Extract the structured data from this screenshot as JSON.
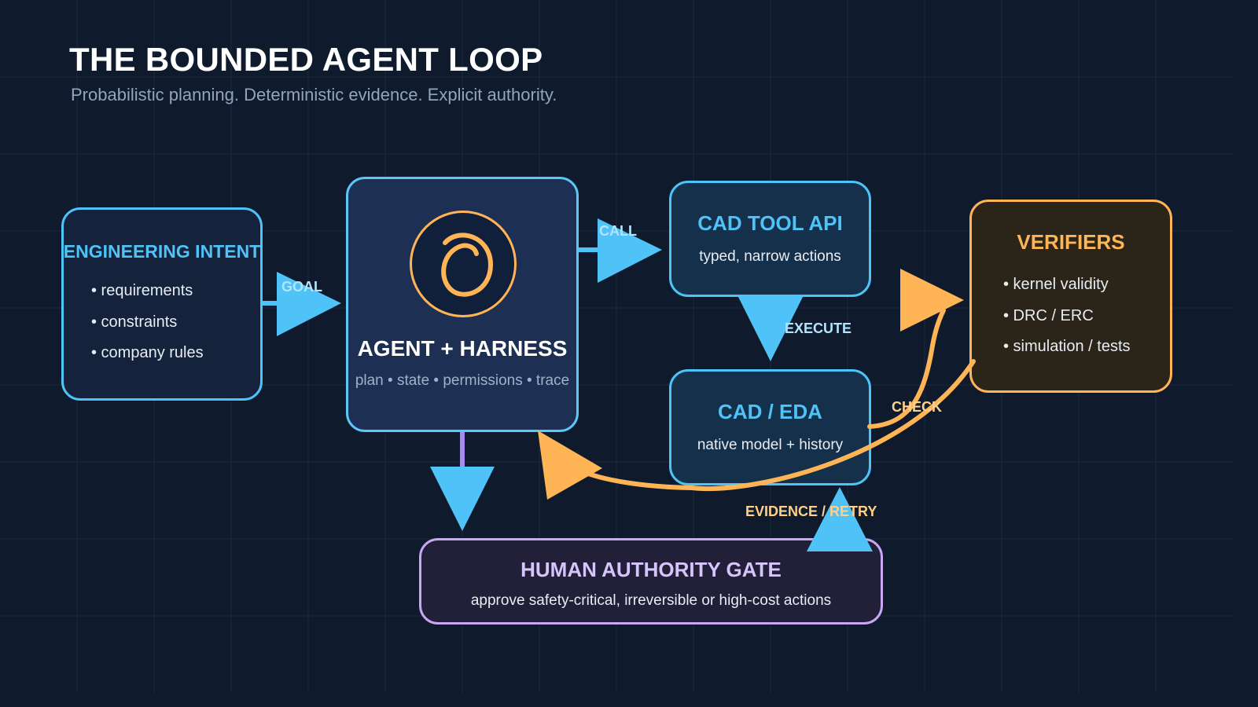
{
  "header": {
    "title": "THE BOUNDED AGENT LOOP",
    "subtitle": "Probabilistic planning. Deterministic evidence. Explicit authority."
  },
  "nodes": {
    "intent": {
      "title": "ENGINEERING INTENT",
      "bullets": [
        "• requirements",
        "• constraints",
        "• company rules"
      ]
    },
    "agent": {
      "title": "AGENT + HARNESS",
      "subtitle": "plan • state • permissions • trace",
      "icon": "loop-logo-icon"
    },
    "cad_api": {
      "title": "CAD TOOL API",
      "subtitle": "typed, narrow actions"
    },
    "cad_eda": {
      "title": "CAD / EDA",
      "subtitle": "native model + history"
    },
    "verifiers": {
      "title": "VERIFIERS",
      "bullets": [
        "• kernel validity",
        "• DRC / ERC",
        "• simulation / tests"
      ]
    },
    "gate": {
      "title": "HUMAN AUTHORITY GATE",
      "subtitle": "approve safety-critical, irreversible or high-cost actions"
    }
  },
  "edges": {
    "goal": "GOAL",
    "call": "CALL",
    "execute": "EXECUTE",
    "check": "CHECK",
    "evidence_retry": "EVIDENCE / RETRY"
  },
  "colors": {
    "background": "#0f1a2c",
    "blue": "#4fc3f7",
    "orange": "#ffb455",
    "purple": "#c9a7f5"
  }
}
